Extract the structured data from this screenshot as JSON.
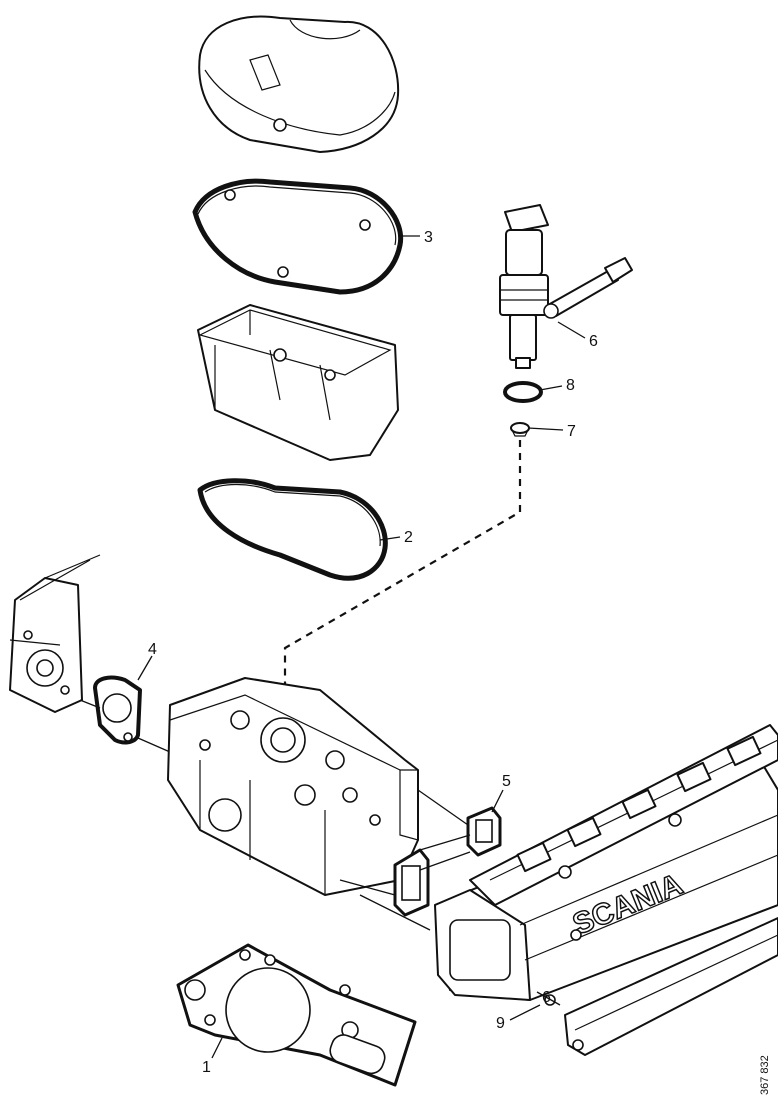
{
  "callouts": {
    "c1": "1",
    "c2": "2",
    "c3": "3",
    "c4": "4",
    "c5": "5",
    "c6": "6",
    "c7": "7",
    "c8": "8",
    "c9": "9",
    "c10": "6"
  },
  "brand_text": "SCANIA",
  "drawing_ref": "367 832"
}
